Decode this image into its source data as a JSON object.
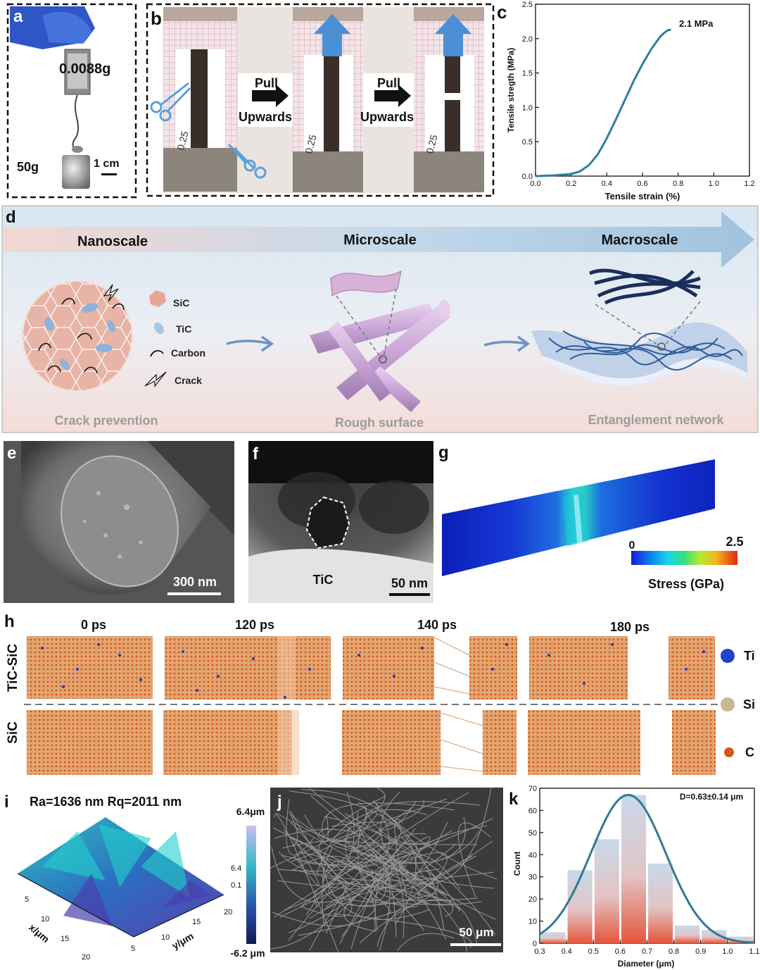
{
  "panel_letters": {
    "a": "a",
    "b": "b",
    "c": "c",
    "d": "d",
    "e": "e",
    "f": "f",
    "g": "g",
    "h": "h",
    "i": "i",
    "j": "j",
    "k": "k"
  },
  "panel_a": {
    "mass_label": "0.0088g",
    "weight_label": "50g",
    "scale_label": "1 cm"
  },
  "panel_b": {
    "pull_top_1": "Pull",
    "pull_bottom_1": "Upwards",
    "pull_top_2": "Pull",
    "pull_bottom_2": "Upwards",
    "paper_mark": "0.25"
  },
  "panel_d": {
    "scales": [
      "Nanoscale",
      "Microscale",
      "Macroscale"
    ],
    "captions": [
      "Crack prevention",
      "Rough surface",
      "Entanglement network"
    ],
    "legend": [
      "SiC",
      "TiC",
      "Carbon",
      "Crack"
    ]
  },
  "panel_e": {
    "scale_bar": "300 nm"
  },
  "panel_f": {
    "particle_label": "TiC",
    "scale_bar": "50 nm"
  },
  "panel_g": {
    "cbar_min": "0",
    "cbar_max": "2.5",
    "cbar_title": "Stress (GPa)"
  },
  "panel_h": {
    "times": [
      "0 ps",
      "120 ps",
      "140 ps",
      "180 ps"
    ],
    "rows": [
      "TiC-SiC",
      "SiC"
    ],
    "atoms": [
      {
        "name": "Ti",
        "color": "#1f44c9"
      },
      {
        "name": "Si",
        "color": "#c9b78f"
      },
      {
        "name": "C",
        "color": "#d4571c"
      }
    ]
  },
  "panel_i": {
    "roughness": "Ra=1636 nm  Rq=2011 nm",
    "cbar_top": "6.4μm",
    "cbar_bottom": "-6.2 μm",
    "z_ticks": [
      "6.4",
      "0.1"
    ],
    "x_label": "x/μm",
    "y_label": "y/μm",
    "x_ticks": [
      "5",
      "10",
      "15",
      "20"
    ],
    "y_ticks": [
      "5",
      "10",
      "15",
      "20"
    ]
  },
  "panel_j": {
    "scale_bar": "50 μm"
  },
  "chart_data": [
    {
      "type": "line",
      "panel": "c",
      "xlabel": "Tensile strain (%)",
      "ylabel": "Tensile stregth (MPa)",
      "xlim": [
        0,
        1.2
      ],
      "ylim": [
        0,
        2.5
      ],
      "xticks": [
        "0.0",
        "0.2",
        "0.4",
        "0.6",
        "0.8",
        "1.0",
        "1.2"
      ],
      "yticks": [
        "0.0",
        "0.5",
        "1.0",
        "1.5",
        "2.0",
        "2.5"
      ],
      "annotation": "2.1 MPa",
      "color": "#2f7f9a",
      "x": [
        0,
        0.1,
        0.2,
        0.25,
        0.3,
        0.35,
        0.4,
        0.45,
        0.5,
        0.55,
        0.6,
        0.65,
        0.7,
        0.72,
        0.74,
        0.76
      ],
      "y": [
        0,
        0.01,
        0.03,
        0.07,
        0.16,
        0.32,
        0.55,
        0.82,
        1.1,
        1.38,
        1.63,
        1.85,
        2.03,
        2.08,
        2.12,
        2.13
      ]
    },
    {
      "type": "bar",
      "panel": "k",
      "xlabel": "Diameter (μm)",
      "ylabel": "Count",
      "annotation": "D=0.63±0.14 μm",
      "xlim": [
        0.3,
        1.1
      ],
      "ylim": [
        0,
        70
      ],
      "xticks": [
        "0.3",
        "0.4",
        "0.5",
        "0.6",
        "0.7",
        "0.8",
        "0.9",
        "1.0",
        "1.1"
      ],
      "yticks": [
        "0",
        "10",
        "20",
        "30",
        "40",
        "50",
        "60",
        "70"
      ],
      "bins": [
        0.3,
        0.4,
        0.5,
        0.6,
        0.7,
        0.8,
        0.9,
        1.0
      ],
      "bin_width": 0.1,
      "values": [
        5,
        33,
        47,
        67,
        36,
        8,
        6,
        3
      ],
      "fit_mean": 0.63,
      "fit_sd": 0.14,
      "fit_peak": 67,
      "fit_color": "#2e7a96"
    }
  ]
}
